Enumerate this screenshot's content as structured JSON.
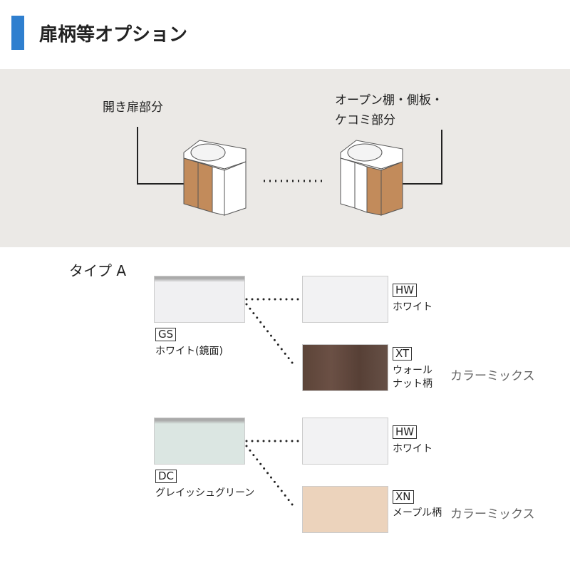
{
  "title": "扉柄等オプション",
  "diagram": {
    "door_label": "開き扉部分",
    "open_label_1": "オープン棚・側板・",
    "open_label_2": "ケコミ部分"
  },
  "type_label": "タイプ A",
  "groups": [
    {
      "base": {
        "code": "GS",
        "name": "ホワイト(鏡面)",
        "color": "#f0f0f2"
      },
      "options": [
        {
          "code": "HW",
          "name": "ホワイト",
          "color": "#f2f2f3"
        },
        {
          "code": "XT",
          "name1": "ウォール",
          "name2": "ナット柄",
          "color": "#5c4438",
          "mix": "カラーミックス"
        }
      ]
    },
    {
      "base": {
        "code": "DC",
        "name": "グレイッシュグリーン",
        "color": "#dbe6e2"
      },
      "options": [
        {
          "code": "HW",
          "name": "ホワイト",
          "color": "#f2f2f3"
        },
        {
          "code": "XN",
          "name1": "メープル柄",
          "color": "#ecd3bc",
          "mix": "カラーミックス"
        }
      ]
    }
  ]
}
